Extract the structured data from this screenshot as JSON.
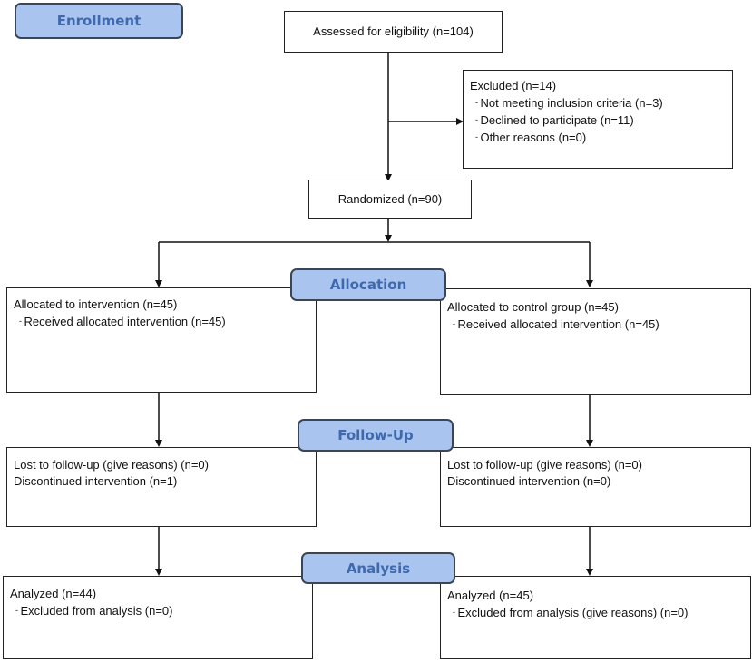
{
  "stages": {
    "enrollment": "Enrollment",
    "allocation": "Allocation",
    "follow_up": "Follow-Up",
    "analysis": "Analysis"
  },
  "assessed": "Assessed for eligibility (n=104)",
  "excluded": {
    "title": "Excluded (n=14)",
    "items": [
      "Not meeting inclusion criteria (n=3)",
      "Declined to participate (n=11)",
      "Other reasons (n=0)"
    ]
  },
  "randomized": "Randomized (n=90)",
  "intervention": {
    "allocated": "Allocated to intervention (n=45)",
    "received": "Received allocated intervention (n=45)",
    "lost": "Lost to follow-up (give reasons) (n=0)",
    "discontinued": "Discontinued intervention (n=1)",
    "analyzed": "Analyzed (n=44)",
    "excluded_analysis": "Excluded from analysis (n=0)"
  },
  "control": {
    "allocated": "Allocated to control group (n=45)",
    "received": "Received allocated intervention (n=45)",
    "lost": "Lost to follow-up (give reasons) (n=0)",
    "discontinued": "Discontinued intervention (n=0)",
    "analyzed": "Analyzed (n=45)",
    "excluded_analysis": "Excluded from analysis (give reasons) (n=0)"
  }
}
